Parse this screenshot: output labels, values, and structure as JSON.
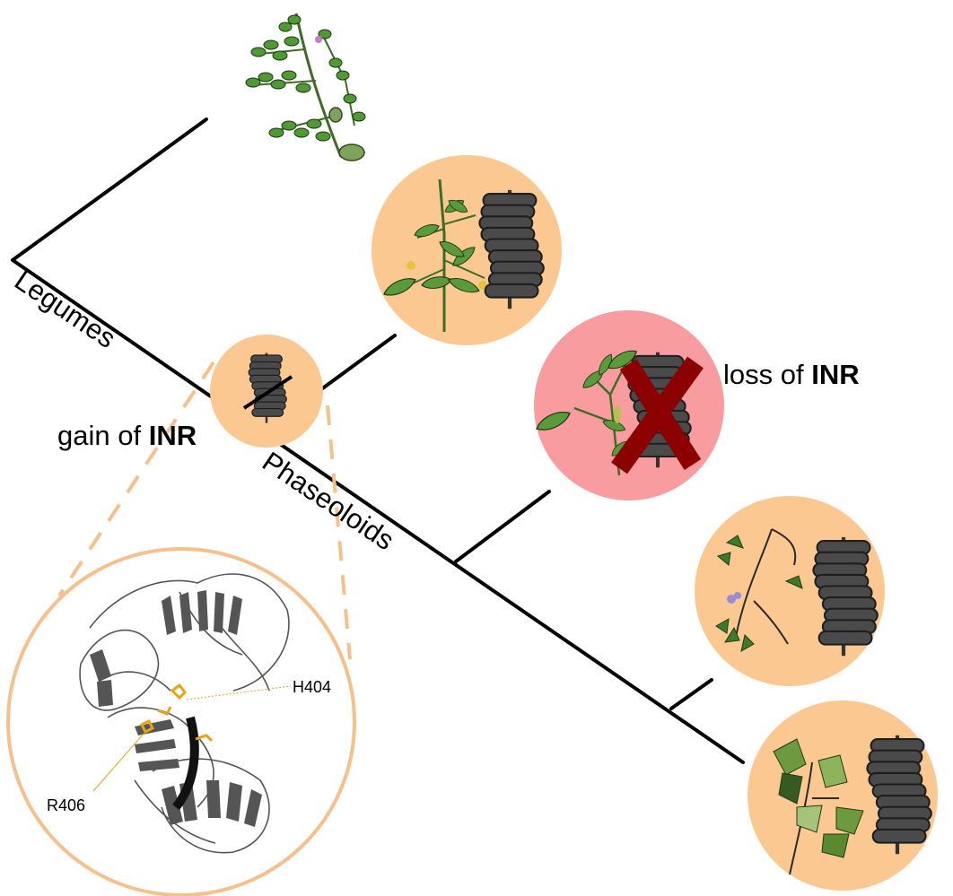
{
  "tree": {
    "clade_legumes": "Legumes",
    "clade_phaseoloids": "Phaseoloids"
  },
  "events": {
    "gain_prefix": "gain of ",
    "gain_gene": "INR",
    "loss_prefix": "loss of ",
    "loss_gene": "INR"
  },
  "protein": {
    "residue_1": "H404",
    "residue_2": "R406"
  },
  "colors": {
    "branch": "#000000",
    "has_inr_circle": "#fcc892",
    "lost_inr_circle": "#f99c9f",
    "cross": "#8b0000",
    "receptor": "#4a4a4a",
    "leaf_green": "#5a9a3a",
    "zoom_outline": "#f6c08c",
    "residue_highlight": "#e8a317"
  },
  "icons": {
    "receptor": "coiled-receptor-icon",
    "plant": "legume-plant-icon",
    "cross": "red-x-icon"
  }
}
